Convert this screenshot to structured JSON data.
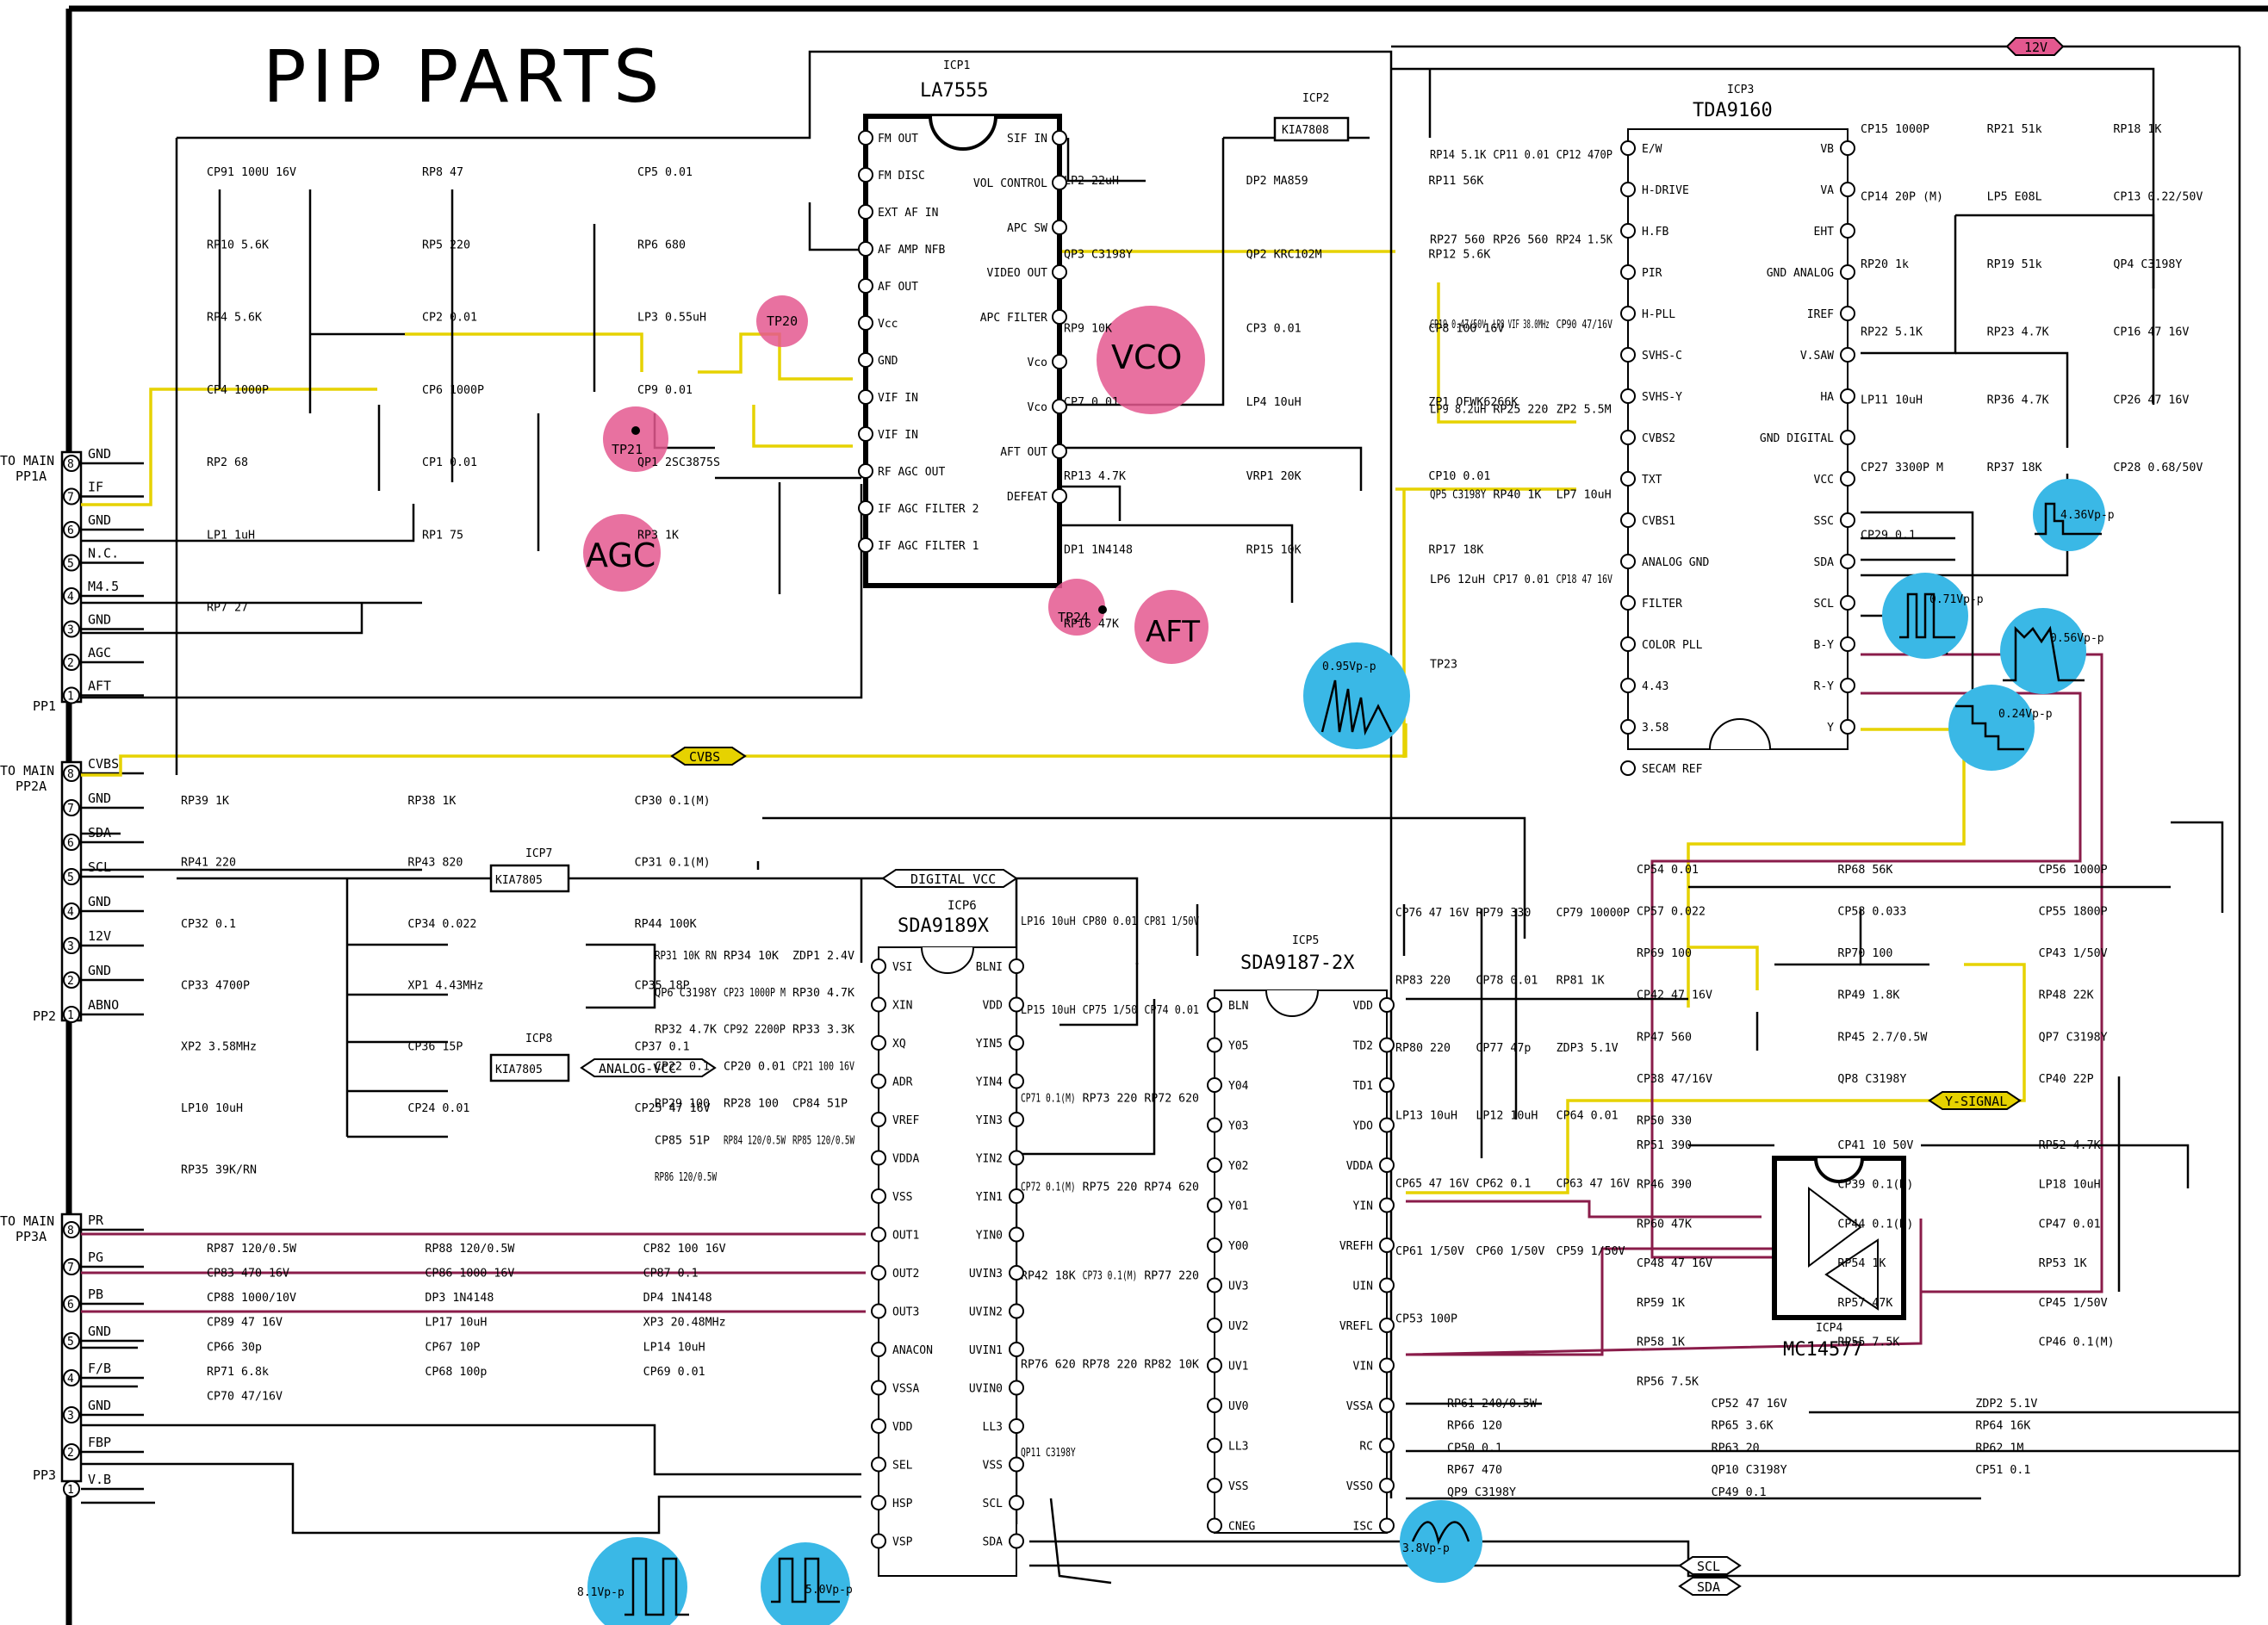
{
  "title": "PIP PARTS",
  "colors": {
    "line": "#000000",
    "y_signal": "#e6d200",
    "rgb_lines": "#8a1c4a",
    "pink_marker": "#e4588f",
    "blue_marker": "#3ab8e6"
  },
  "tags": {
    "v12": "12V",
    "cvbs": "CVBS",
    "digital_vcc": "DIGITAL VCC",
    "analog_vcc": "ANALOG-VCC",
    "y_signal": "Y-SIGNAL",
    "scl": "SCL",
    "sda": "SDA"
  },
  "connectors": [
    {
      "to": "TO MAIN",
      "name": "PP1A"
    },
    {
      "name": "PP1"
    },
    {
      "to": "TO MAIN",
      "name": "PP2A"
    },
    {
      "name": "PP2"
    },
    {
      "to": "TO MAIN",
      "name": "PP3A"
    },
    {
      "name": "PP3"
    }
  ],
  "pp1_pins": [
    "GND",
    "IF",
    "GND",
    "N.C.",
    "M4.5",
    "GND",
    "AGC",
    "AFT"
  ],
  "pp2_pins": [
    "CVBS",
    "GND",
    "SDA",
    "SCL",
    "GND",
    "12V",
    "GND",
    "ABNO"
  ],
  "pp3_pins": [
    "PR",
    "PG",
    "PB",
    "GND",
    "F/B",
    "GND",
    "FBP",
    "V.B"
  ],
  "pin_numbers": [
    "8",
    "7",
    "6",
    "5",
    "4",
    "3",
    "2",
    "1"
  ],
  "chips": {
    "icp1": {
      "ref": "ICP1",
      "part": "LA7555"
    },
    "icp2": {
      "ref": "ICP2",
      "part": "KIA7808"
    },
    "icp3": {
      "ref": "ICP3",
      "part": "TDA9160"
    },
    "icp4": {
      "ref": "ICP4",
      "part": "MC14577"
    },
    "icp5": {
      "ref": "ICP5",
      "part": "SDA9187-2X"
    },
    "icp6": {
      "ref": "ICP6",
      "part": "SDA9189X"
    },
    "icp7": {
      "ref": "ICP7",
      "part": "KIA7805"
    },
    "icp8": {
      "ref": "ICP8",
      "part": "KIA7805"
    }
  },
  "icp1_left": [
    "FM OUT",
    "FM DISC",
    "EXT AF IN",
    "AF AMP NFB",
    "AF OUT",
    "Vcc",
    "GND",
    "VIF IN",
    "VIF IN",
    "RF AGC OUT",
    "IF AGC FILTER 2",
    "IF AGC FILTER 1"
  ],
  "icp1_right": [
    "SIF IN",
    "VOL CONTROL",
    "APC SW",
    "VIDEO OUT",
    "APC FILTER",
    "Vco",
    "Vco",
    "AFT OUT",
    "DEFEAT"
  ],
  "icp3_left": [
    "E/W",
    "H-DRIVE",
    "H.FB",
    "PIR",
    "H-PLL",
    "SVHS-C",
    "SVHS-Y",
    "CVBS2",
    "TXT",
    "CVBS1",
    "ANALOG GND",
    "FILTER",
    "COLOR PLL",
    "4.43",
    "3.58",
    "SECAM REF"
  ],
  "icp3_right": [
    "VB",
    "VA",
    "EHT",
    "GND ANALOG",
    "IREF",
    "V.SAW",
    "HA",
    "GND DIGITAL",
    "VCC",
    "SSC",
    "SDA",
    "SCL",
    "B-Y",
    "R-Y",
    "Y"
  ],
  "icp6_left": [
    "VSI",
    "XIN",
    "XQ",
    "ADR",
    "VREF",
    "VDDA",
    "VSS",
    "OUT1",
    "OUT2",
    "OUT3",
    "ANACON",
    "VSSA",
    "VDD",
    "SEL",
    "HSP",
    "VSP"
  ],
  "icp6_right": [
    "BLNI",
    "VDD",
    "YIN5",
    "YIN4",
    "YIN3",
    "YIN2",
    "YIN1",
    "YIN0",
    "UVIN3",
    "UVIN2",
    "UVIN1",
    "UVIN0",
    "LL3",
    "VSS",
    "SCL",
    "SDA"
  ],
  "icp5_left": [
    "BLN",
    "Y05",
    "Y04",
    "Y03",
    "Y02",
    "Y01",
    "Y00",
    "UV3",
    "UV2",
    "UV1",
    "UV0",
    "LL3",
    "VSS",
    "CNEG"
  ],
  "icp5_right": [
    "VDD",
    "TD2",
    "TD1",
    "YDO",
    "VDDA",
    "YIN",
    "VREFH",
    "UIN",
    "VREFL",
    "VIN",
    "VSSA",
    "RC",
    "VSSO",
    "ISC"
  ],
  "markers": {
    "tp20": "TP20",
    "tp21": "TP21",
    "tp24": "TP24",
    "agc": "AGC",
    "vco": "VCO",
    "aft": "AFT",
    "w1": "0.95Vp-p",
    "w2": "4.36Vp-p",
    "w3": "0.71Vp-p",
    "w4": "0.56Vp-p",
    "w5": "0.24Vp-p",
    "w6": "3.8Vp-p",
    "w7": "8.1Vp-p",
    "w8": "5.0Vp-p"
  },
  "components": [
    "CP91 100U 16V",
    "RP8 47",
    "CP5 0.01",
    "RP10 5.6K",
    "RP5 220",
    "RP6 680",
    "RP4 5.6K",
    "CP2 0.01",
    "LP3 0.55uH",
    "CP4 1000P",
    "CP6 1000P",
    "CP9 0.01",
    "RP2 68",
    "CP1 0.01",
    "QP1 2SC3875S",
    "LP1 1uH",
    "RP1 75",
    "RP3 1K",
    "RP7 27",
    "LP2 22uH",
    "DP2 MA859",
    "RP11 56K",
    "QP3 C3198Y",
    "QP2 KRC102M",
    "RP12 5.6K",
    "RP9 10K",
    "CP3 0.01",
    "CP8 100 16V",
    "CP7 0.01",
    "LP4 10uH",
    "ZP1 OFWK6266K",
    "RP13 4.7K",
    "VRP1 20K",
    "CP10 0.01",
    "DP1 1N4148",
    "RP15 10K",
    "RP17 18K",
    "RP16 47K",
    "RP14 5.1K",
    "CP11 0.01",
    "CP12 470P",
    "RP27 560",
    "RP26 560",
    "RP24 1.5K",
    "CP19 0.47/50V",
    "LP8 VIF 38.0MHz",
    "CP90 47/16V",
    "LP9 8.2uH",
    "RP25 220",
    "ZP2 5.5M",
    "QP5 C3198Y",
    "RP40 1K",
    "LP7 10uH",
    "LP6 12uH",
    "CP17 0.01",
    "CP18 47 16V",
    "TP23",
    "CP15 1000P",
    "RP21 51k",
    "RP18 1K",
    "CP14 20P (M)",
    "LP5 E08L",
    "CP13 0.22/50V",
    "RP20 1k",
    "RP19 51k",
    "QP4 C3198Y",
    "RP22 5.1K",
    "RP23 4.7K",
    "CP16 47 16V",
    "LP11 10uH",
    "RP36 4.7K",
    "CP26 47 16V",
    "CP27 3300P M",
    "RP37 18K",
    "CP28 0.68/50V",
    "CP29 0.1",
    "RP39 1K",
    "RP38 1K",
    "CP30 0.1(M)",
    "RP41 220",
    "RP43 820",
    "CP31 0.1(M)",
    "CP32 0.1",
    "CP34 0.022",
    "RP44 100K",
    "CP33 4700P",
    "XP1 4.43MHz",
    "CP35 18P",
    "XP2 3.58MHz",
    "CP36 15P",
    "CP37 0.1",
    "LP10 10uH",
    "CP24 0.01",
    "CP25 47 16V",
    "RP35 39K/RN",
    "RP31 10K RN",
    "RP34 10K",
    "ZDP1 2.4V",
    "QP6 C3198Y",
    "CP23 1000P M",
    "RP30 4.7K",
    "RP32 4.7K",
    "CP92 2200P",
    "RP33 3.3K",
    "CP22 0.1",
    "CP20 0.01",
    "CP21 100 16V",
    "RP29 100",
    "RP28 100",
    "CP84 51P",
    "CP85 51P",
    "RP84 120/0.5W",
    "RP85 120/0.5W",
    "RP86 120/0.5W",
    "RP87 120/0.5W",
    "RP88 120/0.5W",
    "CP82 100 16V",
    "CP83 470 16V",
    "CP86 1000 16V",
    "CP87 0.1",
    "CP88 1000/10V",
    "DP3 1N4148",
    "DP4 1N4148",
    "CP89 47 16V",
    "LP17 10uH",
    "XP3 20.48MHz",
    "CP66 30p",
    "CP67 10P",
    "LP14 10uH",
    "RP71 6.8k",
    "CP68 100p",
    "CP69 0.01",
    "CP70 47/16V",
    "LP16 10uH",
    "CP80 0.01",
    "CP81 1/50V",
    "LP15 10uH",
    "CP75 1/50",
    "CP74 0.01",
    "CP71 0.1(M)",
    "RP73 220",
    "RP72 620",
    "CP72 0.1(M)",
    "RP75 220",
    "RP74 620",
    "RP42 18K",
    "CP73 0.1(M)",
    "RP77 220",
    "RP76 620",
    "RP78 220",
    "RP82 10K",
    "QP11 C3198Y",
    "CP76 47 16V",
    "RP79 330",
    "CP79 10000P",
    "RP83 220",
    "CP78 0.01",
    "RP81 1K",
    "RP80 220",
    "CP77 47p",
    "ZDP3 5.1V",
    "LP13 10uH",
    "LP12 10uH",
    "CP64 0.01",
    "CP65 47 16V",
    "CP62 0.1",
    "CP63 47 16V",
    "CP61 1/50V",
    "CP60 1/50V",
    "CP59 1/50V",
    "CP53 100P",
    "CP54 0.01",
    "RP68 56K",
    "CP56 1000P",
    "CP57 0.022",
    "CP58 0.033",
    "CP55 1800P",
    "RP69 100",
    "RP70 100",
    "CP43 1/50V",
    "CP42 47 16V",
    "RP49 1.8K",
    "RP48 22K",
    "RP47 560",
    "RP45 2.7/0.5W",
    "QP7 C3198Y",
    "CP38 47/16V",
    "QP8 C3198Y",
    "CP40 22P",
    "RP50 330",
    "RP51 390",
    "CP41 10 50V",
    "RP52 4.7K",
    "RP46 390",
    "CP39 0.1(M)",
    "LP18 10uH",
    "RP60 47K",
    "CP44 0.1(M)",
    "CP47 0.01",
    "CP48 47 16V",
    "RP54 1K",
    "RP53 1K",
    "RP59 1K",
    "RP57 47K",
    "CP45 1/50V",
    "RP58 1K",
    "RP55 7.5K",
    "CP46 0.1(M)",
    "RP56 7.5K",
    "RP61 240/0.5W",
    "CP52 47 16V",
    "ZDP2 5.1V",
    "RP66 120",
    "RP65 3.6K",
    "RP64 16K",
    "CP50 0.1",
    "RP63 20",
    "RP62 1M",
    "RP67 470",
    "QP10 C3198Y",
    "CP51 0.1",
    "QP9 C3198Y",
    "CP49 0.1"
  ]
}
